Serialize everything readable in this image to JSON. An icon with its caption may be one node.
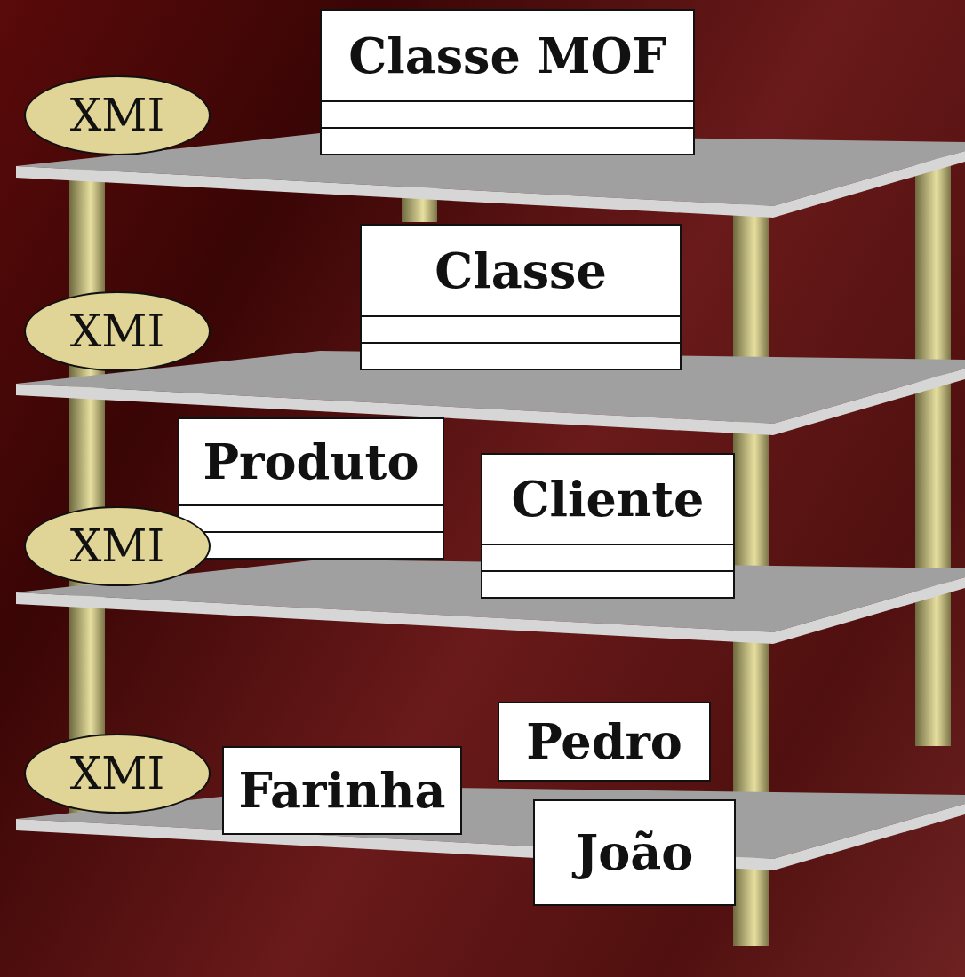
{
  "diagram": {
    "nodes": [
      {
        "text": [
          "Classe MOF"
        ]
      },
      {
        "text": [
          "XMI"
        ]
      },
      {
        "text": [
          "Classe"
        ]
      },
      {
        "text": [
          "XMI"
        ]
      },
      {
        "text": [
          "Produto"
        ]
      },
      {
        "text": [
          "Cliente"
        ]
      },
      {
        "text": [
          "XMI"
        ]
      },
      {
        "text": [
          "Pedro"
        ]
      },
      {
        "text": [
          "Farinha"
        ]
      },
      {
        "text": [
          "XMI"
        ]
      },
      {
        "text": [
          "João"
        ]
      }
    ],
    "edges": []
  }
}
